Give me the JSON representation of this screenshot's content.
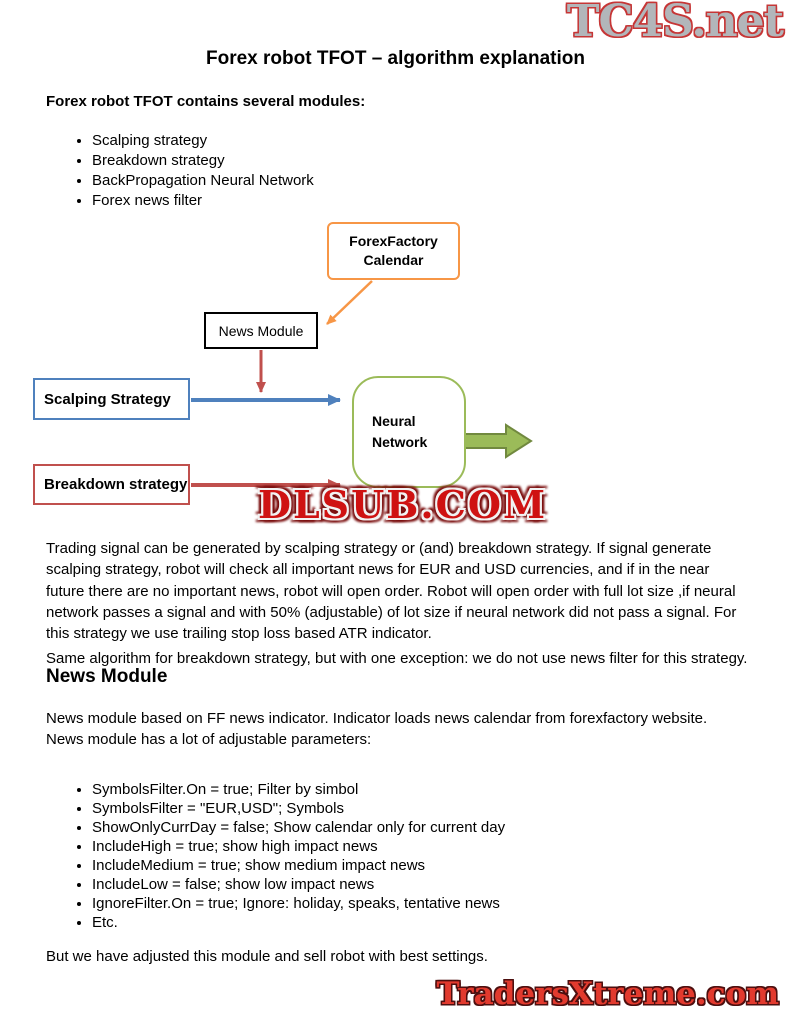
{
  "theme": {
    "orange": "#F79646",
    "blue": "#4F81BD",
    "red": "#C0504D",
    "green": "#9BBB59",
    "green_dark": "#71893F",
    "logo_gray": "#B2B6BA",
    "logo_red_outline": "#C63636",
    "watermark_red": "#CF1212",
    "footer_red": "#E23A2E"
  },
  "branding": {
    "top_logo": "TC4S.net",
    "bottom_logo": "TradersXtreme.com",
    "watermark": "DLSUB.COM"
  },
  "document": {
    "title": "Forex robot TFOT – algorithm explanation",
    "intro_heading": "Forex robot TFOT contains several modules:",
    "modules": [
      "Scalping strategy",
      "Breakdown strategy",
      "BackPropagation Neural Network",
      "Forex news filter"
    ],
    "paragraph_trading": "Trading signal can be generated by scalping strategy or (and) breakdown strategy. If signal generate scalping strategy, robot will check all important news for EUR and USD currencies, and if in the near future there are no important news, robot will open order. Robot will open order with full lot size ,if neural network passes a signal and with 50% (adjustable) of lot size if neural network did not pass a signal. For this strategy we use trailing stop loss based ATR indicator.",
    "paragraph_breakdown": "Same algorithm for breakdown strategy, but with one exception: we do not use news filter for this strategy.",
    "news_heading": "News Module",
    "news_paragraph": "News module based on FF news indicator. Indicator loads news calendar from forexfactory website. News module has a lot of adjustable parameters:",
    "parameters": [
      "SymbolsFilter.On = true; Filter by simbol",
      "SymbolsFilter = \"EUR,USD\"; Symbols",
      "ShowOnlyCurrDay = false; Show calendar only for current day",
      "IncludeHigh = true; show high impact news",
      "IncludeMedium = true; show medium impact news",
      "IncludeLow = false; show low impact news",
      "IgnoreFilter.On = true; Ignore: holiday, speaks, tentative news",
      "Etc."
    ],
    "closing": "But we have adjusted this module and sell robot with best settings."
  },
  "diagram": {
    "calendar_line1": "ForexFactory",
    "calendar_line2": "Calendar",
    "news_box": "News Module",
    "scalping_box": "Scalping Strategy",
    "breakdown_box": "Breakdown strategy",
    "neural_line1": "Neural",
    "neural_line2": "Network"
  }
}
